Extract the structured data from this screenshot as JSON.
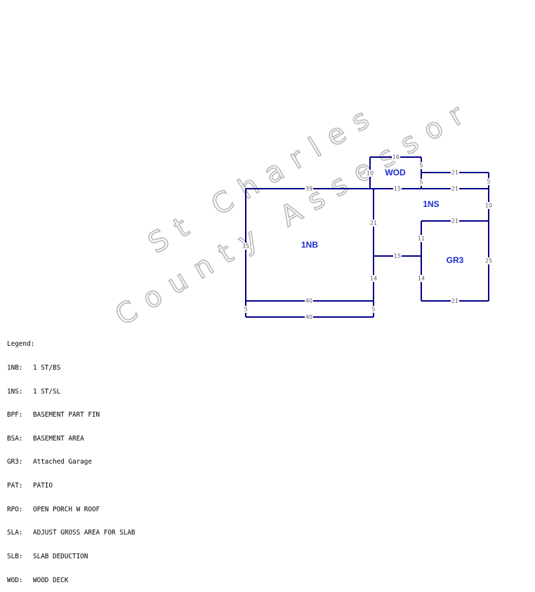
{
  "watermark": {
    "line1": "St Charles",
    "line2": "County Assessor"
  },
  "areas": {
    "nb": "1NB",
    "ns": "1NS",
    "wod": "WOD",
    "gr3": "GR3"
  },
  "dimensions": {
    "wod_top": "16",
    "wod_left": "10",
    "wod_right": "5",
    "top_right": "21",
    "right_upper": "5",
    "nb_top": "39",
    "mid_15": "15",
    "mid_21": "21",
    "nb_left": "35",
    "nb_right_upper": "21",
    "ns_right": "10",
    "gr_top": "21",
    "gr_left_upper": "11",
    "gr_right": "25",
    "inner_15": "15",
    "nb_right_lower": "14",
    "gr_left_lower": "14",
    "nb_bottom": "40",
    "gr_bottom": "21",
    "ext_left": "5",
    "ext_right": "5",
    "ext_bottom": "40"
  },
  "legend": {
    "title": "Legend:",
    "items": [
      {
        "code": "1NB:",
        "desc": "1 ST/BS"
      },
      {
        "code": "1NS:",
        "desc": "1 ST/SL"
      },
      {
        "code": "BPF:",
        "desc": "BASEMENT PART FIN"
      },
      {
        "code": "BSA:",
        "desc": "BASEMENT AREA"
      },
      {
        "code": "GR3:",
        "desc": "Attached Garage"
      },
      {
        "code": "PAT:",
        "desc": "PATIO"
      },
      {
        "code": "RPO:",
        "desc": "OPEN PORCH W ROOF"
      },
      {
        "code": "SLA:",
        "desc": "ADJUST GROSS AREA FOR SLAB"
      },
      {
        "code": "SLB:",
        "desc": "SLAB DEDUCTION"
      },
      {
        "code": "WOD:",
        "desc": "WOOD DECK"
      }
    ]
  },
  "colors": {
    "line": "#00008b",
    "area_label": "#1a2ccf",
    "watermark_outline": "#b8b8b8"
  }
}
